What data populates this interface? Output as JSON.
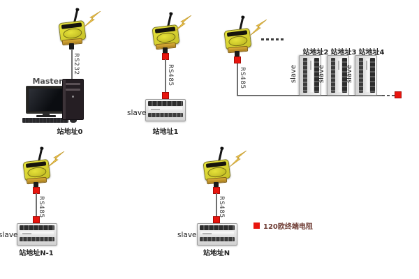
{
  "labels": {
    "master": "Master",
    "slave": "slave",
    "rs232": "RS232",
    "rs485": "RS485"
  },
  "stations": {
    "s0": "站地址0",
    "s1": "站地址1",
    "s2": "站地址2",
    "s3": "站地址3",
    "s4": "站地址4",
    "n1": "站地址N-1",
    "n": "站地址N"
  },
  "legend": {
    "label": "120欧终端电阻",
    "swatch_color": "#e8150e"
  },
  "icons": {
    "lightning": "wireless-rf-burst",
    "terminator": "red-square-120ohm-resistor"
  },
  "colors": {
    "module_yellow": "#d9d431",
    "cable_gray": "#6e6e6e",
    "terminator_red": "#e8150e"
  }
}
